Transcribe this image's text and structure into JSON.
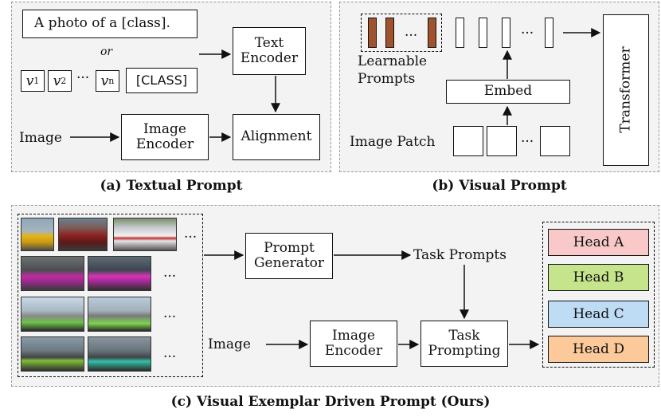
{
  "panel_a": {
    "template_text": "A photo of  a [class].",
    "or_text": "or",
    "token_v1": "v",
    "token_v1_sub": "1",
    "token_v2": "v",
    "token_v2_sub": "2",
    "token_dots": "···",
    "token_vn": "v",
    "token_vn_sub": "n",
    "class_token": "[CLASS]",
    "text_encoder": "Text\nEncoder",
    "image_label": "Image",
    "image_encoder": "Image\nEncoder",
    "alignment": "Alignment",
    "caption": "(a) Textual Prompt"
  },
  "panel_b": {
    "learnable_dots": "...",
    "token_dots": "···",
    "learnable_label": "Learnable\nPrompts",
    "embed": "Embed",
    "image_patch_label": "Image Patch",
    "patch_dots": "···",
    "transformer": "Transformer",
    "caption": "(b) Visual Prompt"
  },
  "panel_c": {
    "thumb_dots": "...",
    "prompt_generator": "Prompt\nGenerator",
    "task_prompts": "Task Prompts",
    "image_label": "Image",
    "image_encoder": "Image\nEncoder",
    "task_prompting": "Task\nPrompting",
    "heads": [
      {
        "label": "Head A",
        "color": "#f9c9c9"
      },
      {
        "label": "Head B",
        "color": "#c6e48b"
      },
      {
        "label": "Head C",
        "color": "#bfdcf5"
      },
      {
        "label": "Head D",
        "color": "#fbc99a"
      }
    ],
    "caption": "(c) Visual Exemplar Driven Prompt (Ours)"
  }
}
